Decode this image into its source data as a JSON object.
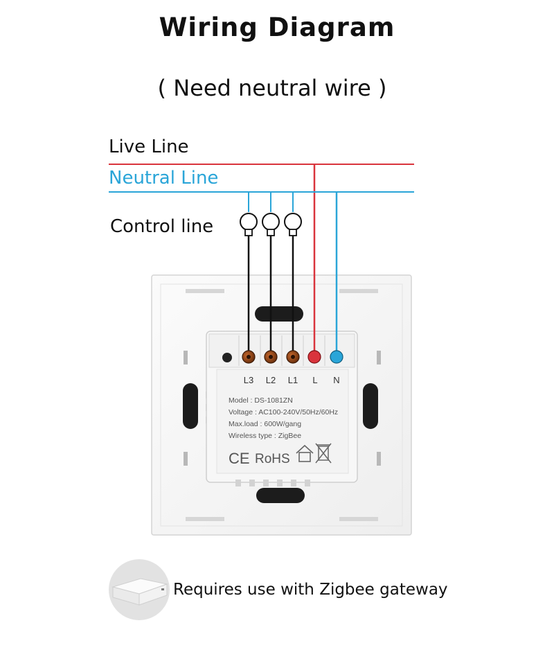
{
  "header": {
    "title": "Wiring Diagram",
    "subtitle": "( Need neutral wire )"
  },
  "lines": {
    "live": "Live Line",
    "neutral": "Neutral Line",
    "control": "Control line"
  },
  "colors": {
    "live": "#d9343c",
    "neutral": "#2aa5d8",
    "control": "#111111"
  },
  "terminals": [
    "L3",
    "L2",
    "L1",
    "L",
    "N"
  ],
  "module": {
    "model": "Model : DS-1081ZN",
    "voltage": "Voltage : AC100-240V/50Hz/60Hz",
    "maxload": "Max.load : 600W/gang",
    "wireless": "Wireless type : ZigBee",
    "cert_ce": "CE",
    "cert_rohs": "RoHS"
  },
  "icons": [
    "bulb-icon",
    "home-icon",
    "weee-bin-icon",
    "zigbee-gateway-icon"
  ],
  "footer": {
    "gateway_note": "Requires use with Zigbee gateway"
  }
}
